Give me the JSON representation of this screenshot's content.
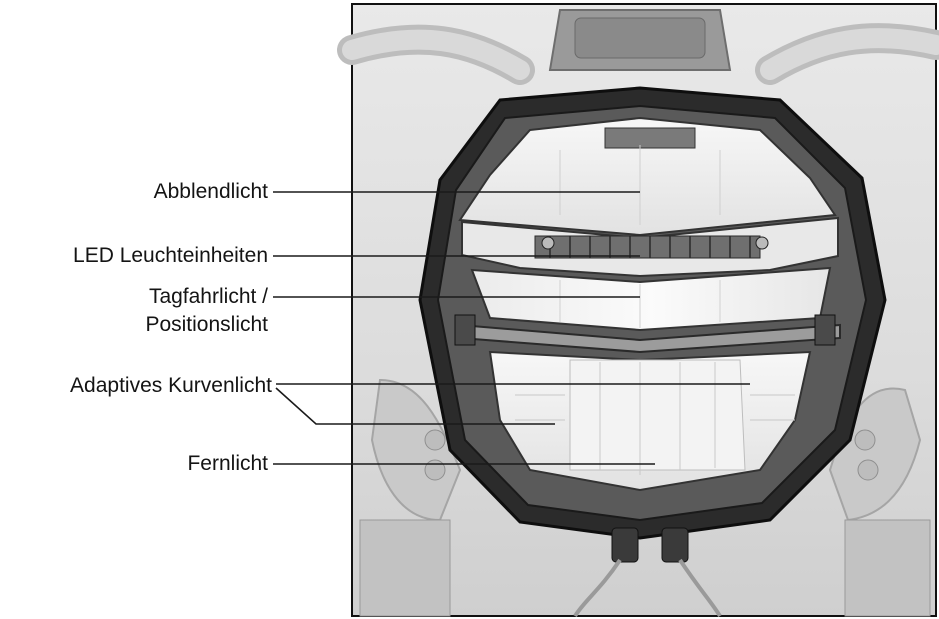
{
  "labels": {
    "low_beam": "Abblendlicht",
    "led_units": "LED Leuchteinheiten",
    "daytime_line1": "Tagfahrlicht /",
    "daytime_line2": "Positionslicht",
    "cornering": "Adaptives Kurvenlicht",
    "high_beam": "Fernlicht"
  }
}
